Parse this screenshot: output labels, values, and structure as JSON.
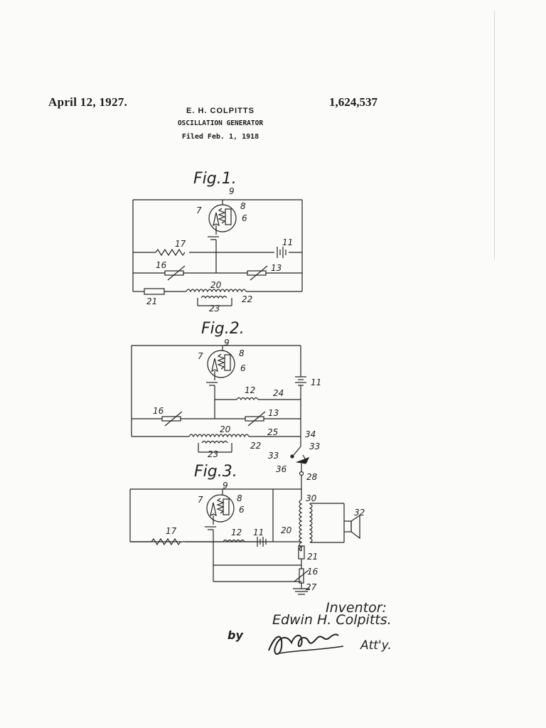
{
  "header": {
    "date": "April 12, 1927.",
    "patent_number": "1,624,537",
    "inventor_name": "E. H. COLPITTS",
    "title": "OSCILLATION GENERATOR",
    "filed": "Filed Feb. 1, 1918"
  },
  "figures": {
    "fig1": {
      "caption": "Fig.1.",
      "labels": {
        "n9": "9",
        "n8": "8",
        "n7": "7",
        "n6": "6",
        "n17": "17",
        "n11": "11",
        "n16": "16",
        "n13": "13",
        "n20": "20",
        "n21": "21",
        "n22": "22",
        "n23": "23"
      }
    },
    "fig2": {
      "caption": "Fig.2.",
      "labels": {
        "n9": "9",
        "n8": "8",
        "n7": "7",
        "n6": "6",
        "n11": "11",
        "n12": "12",
        "n24": "24",
        "n16": "16",
        "n13": "13",
        "n20": "20",
        "n25": "25",
        "n22": "22",
        "n23": "23",
        "n34": "34",
        "n33a": "33",
        "n33b": "33",
        "n36": "36",
        "n28": "28"
      }
    },
    "fig3": {
      "caption": "Fig.3.",
      "labels": {
        "n9": "9",
        "n8": "8",
        "n7": "7",
        "n6": "6",
        "n30": "30",
        "n32": "32",
        "n17": "17",
        "n12": "12",
        "n11": "11",
        "n20": "20",
        "n21": "21",
        "n16": "16",
        "n27": "27"
      }
    }
  },
  "signature_block": {
    "inventor_label": "Inventor:",
    "inventor_full_name": "Edwin H. Colpitts.",
    "by_label": "by",
    "attorney_signature": "J.G.Roberts",
    "attorney_label": "Att'y."
  }
}
